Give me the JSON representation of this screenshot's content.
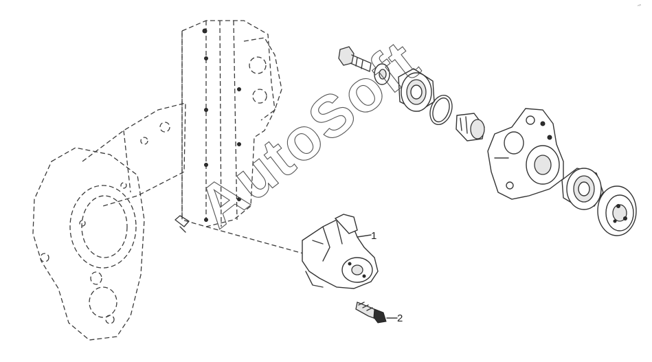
{
  "diagram": {
    "callouts": [
      {
        "id": "1",
        "label": "1"
      },
      {
        "id": "2",
        "label": "2"
      }
    ],
    "watermark": "AutoSoft",
    "corner_mark": "ᵔ˜"
  },
  "colors": {
    "line": "#3a3a3a",
    "background": "#ffffff",
    "watermark": "#555555"
  }
}
